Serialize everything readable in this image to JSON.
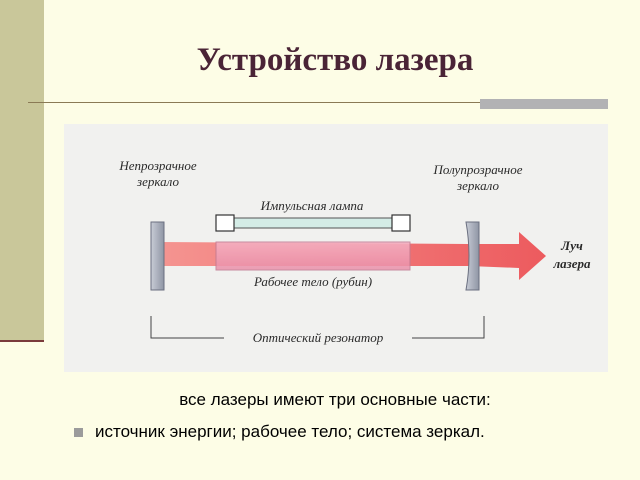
{
  "slide": {
    "title": "Устройство лазера",
    "caption": "все лазеры имеют три основные части:",
    "bullet": "источник энергии; рабочее тело; система зеркал."
  },
  "diagram": {
    "left_mirror_label": [
      "Непрозрачное",
      "зеркало"
    ],
    "right_mirror_label": [
      "Полупрозрачное",
      "зеркало"
    ],
    "lamp_label": "Импульсная лампа",
    "body_label": "Рабочее тело (рубин)",
    "beam_label": [
      "Луч",
      "лазера"
    ],
    "resonator_label": "Оптический резонатор"
  },
  "colors": {
    "background": "#fdfde6",
    "sidebar": "#c9c79a",
    "title": "#4a2436",
    "beam": "#ee5454",
    "mirror": "#a9aebb"
  }
}
